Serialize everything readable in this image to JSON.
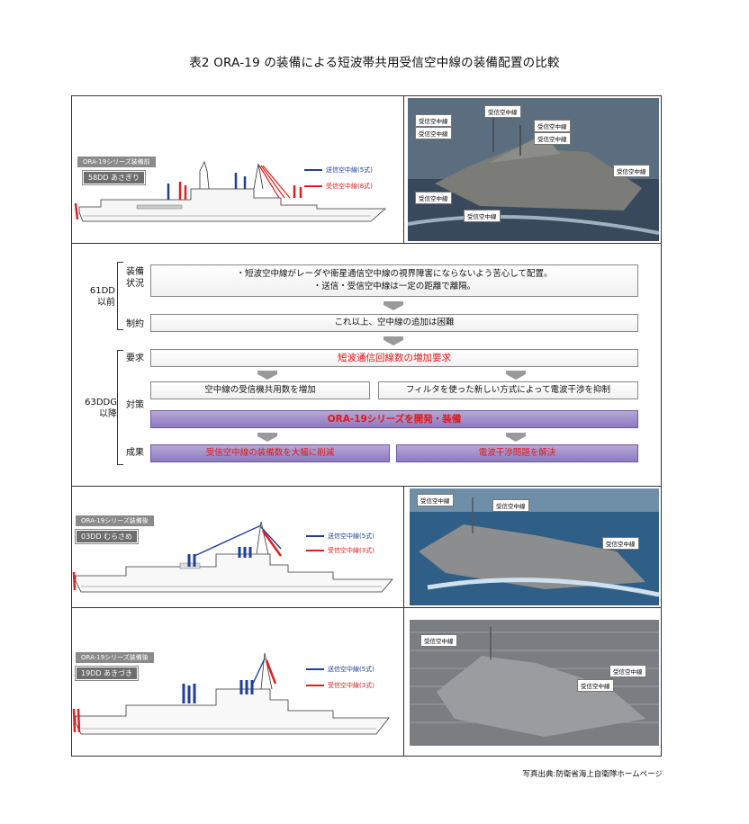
{
  "title": "表2  ORA-19 の装備による短波帯共用受信空中線の装備配置の比較",
  "colors": {
    "blue_antenna": "#1f3f9a",
    "red_antenna": "#e02020",
    "purple_box": "#9b8ac8"
  },
  "panels": [
    {
      "tag1": "ORA-19シリーズ装備前",
      "tag2": "58DD あさぎり",
      "legend_tx": "送信空中線(5式)",
      "legend_rx": "受信空中線(8式)",
      "photo_labels": [
        "受信空中線",
        "受信空中線",
        "受信空中線",
        "受信空中線",
        "受信空中線",
        "受信空中線",
        "受信空中線",
        "受信空中線"
      ]
    },
    {
      "tag1": "ORA-19シリーズ装備後",
      "tag2": "03DD むらさめ",
      "legend_tx": "送信空中線(5式)",
      "legend_rx": "受信空中線(3式)",
      "photo_labels": [
        "受信空中線",
        "受信空中線",
        "受信空中線"
      ]
    },
    {
      "tag1": "ORA-19シリーズ装備後",
      "tag2": "19DD あきづき",
      "legend_tx": "送信空中線(5式)",
      "legend_rx": "受信空中線(3式)",
      "photo_labels": [
        "受信空中線",
        "受信空中線",
        "受信空中線"
      ]
    }
  ],
  "flow": {
    "era1": "61DD\n以前",
    "era2": "63DDG\n以降",
    "labels": {
      "soubi": "装備\n状況",
      "seiyaku": "制約",
      "youkyuu": "要求",
      "taisaku": "対策",
      "seika": "成果"
    },
    "soubi_text1": "・短波空中線がレーダや衛星通信空中線の視界障害にならないよう苦心して配置。",
    "soubi_text2": "・送信・受信空中線は一定の距離で離隔。",
    "seiyaku_text": "これ以上、空中線の追加は困難",
    "youkyuu_text": "短波通信回線数の増加要求",
    "taisaku_left": "空中線の受信機共用数を増加",
    "taisaku_right": "フィルタを使った新しい方式によって電波干渉を抑制",
    "taisaku_main": "ORA-19シリーズを開発・装備",
    "seika_left": "受信空中線の装備数を大幅に削減",
    "seika_right": "電波干渉問題を解決"
  },
  "source": "写真出典:防衛省海上自衛隊ホームページ"
}
